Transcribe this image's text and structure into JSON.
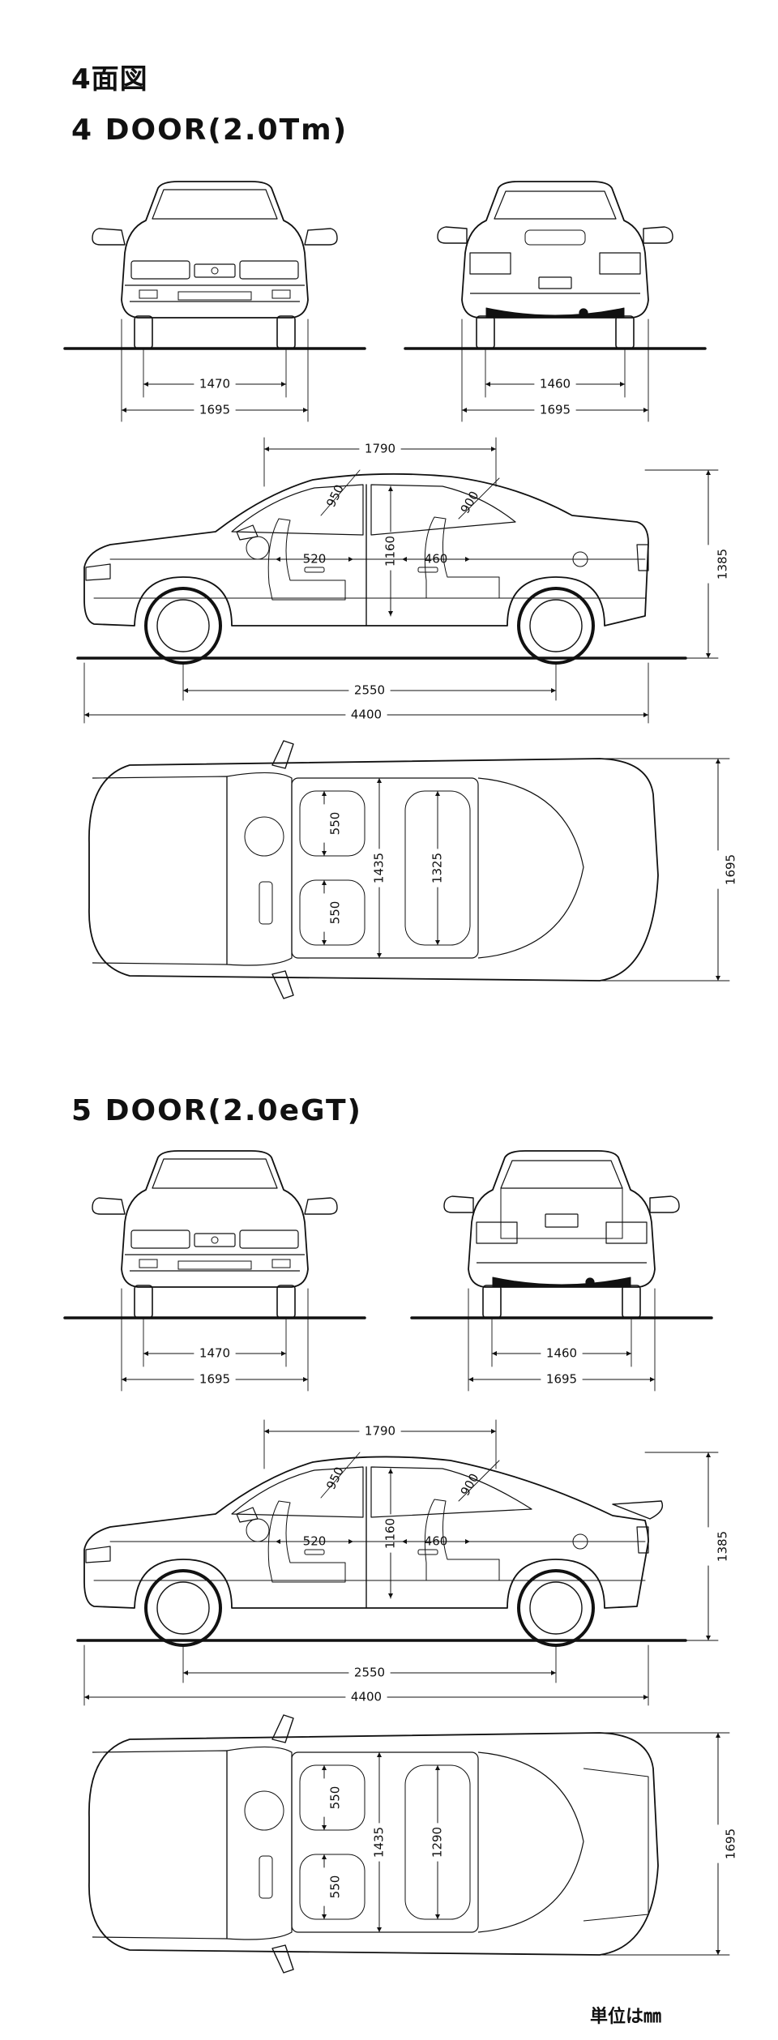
{
  "page_title": "4面図",
  "sections": [
    {
      "title": "4 DOOR(2.0Tm)",
      "front_tread": "1470",
      "front_width": "1695",
      "rear_tread": "1460",
      "rear_width": "1695",
      "side": {
        "headroom_front": "950",
        "headroom_rear": "900",
        "front_seat_depth": "520",
        "interior_height": "1160",
        "rear_seat_depth": "460",
        "interior_length": "1790",
        "height": "1385",
        "wheelbase": "2550",
        "length": "4400"
      },
      "top": {
        "seat_width_upper": "550",
        "seat_width_lower": "550",
        "front_room_width": "1435",
        "rear_room_width": "1325",
        "width": "1695"
      }
    },
    {
      "title": "5 DOOR(2.0eGT)",
      "front_tread": "1470",
      "front_width": "1695",
      "rear_tread": "1460",
      "rear_width": "1695",
      "side": {
        "headroom_front": "950",
        "headroom_rear": "900",
        "front_seat_depth": "520",
        "interior_height": "1160",
        "rear_seat_depth": "460",
        "interior_length": "1790",
        "height": "1385",
        "wheelbase": "2550",
        "length": "4400"
      },
      "top": {
        "seat_width_upper": "550",
        "seat_width_lower": "550",
        "front_room_width": "1435",
        "rear_room_width": "1290",
        "width": "1695"
      }
    }
  ],
  "unit_note": "単位は㎜"
}
